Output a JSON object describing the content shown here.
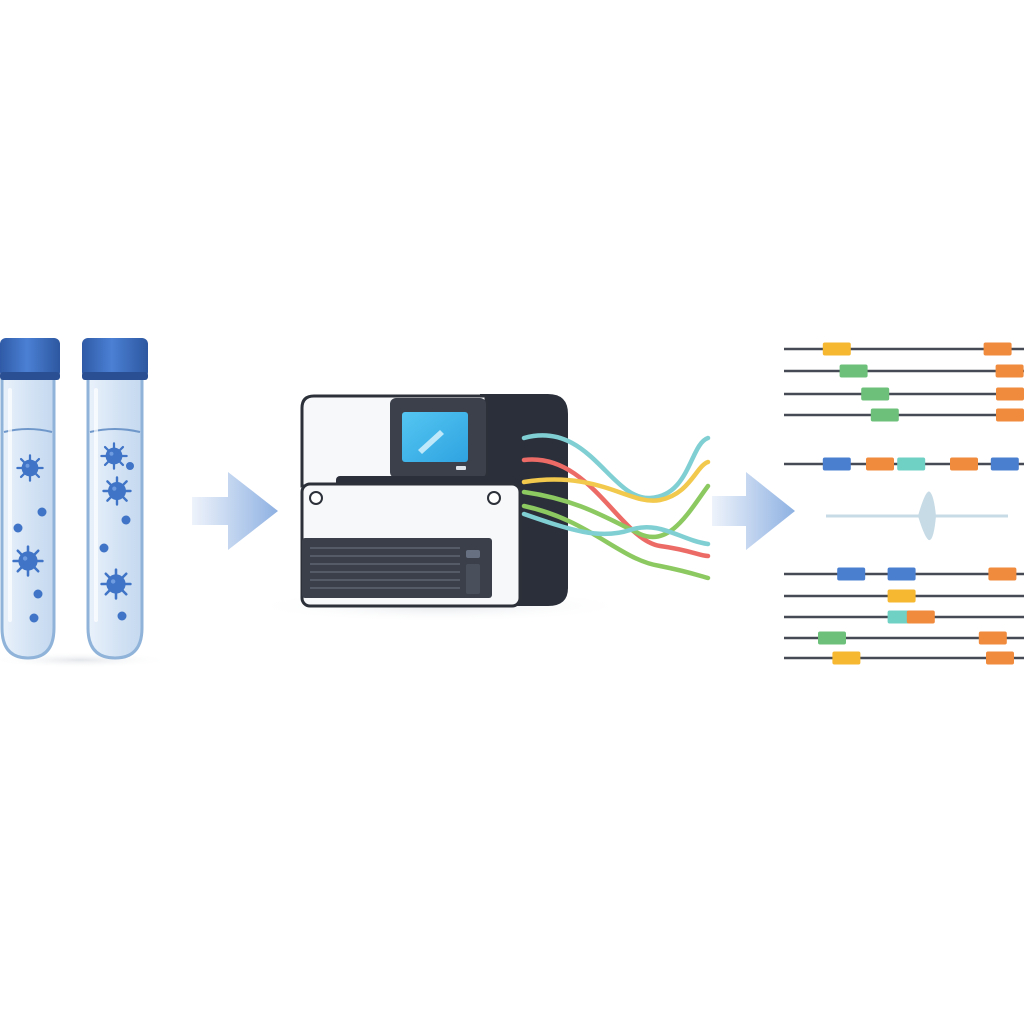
{
  "diagram": {
    "colors": {
      "background": "#ffffff",
      "tube_cap": "#3f72c9",
      "tube_cap_dark": "#2f5aa6",
      "tube_glass": "#dbe8f6",
      "tube_outline": "#8fb3d9",
      "virus": "#3f74c6",
      "arrow_light": "#e6eef9",
      "arrow_dark": "#94b4e3",
      "machine_dark": "#2a2f3a",
      "machine_body": "#f7f8fa",
      "machine_outline": "#2c3038",
      "screen": "#3cb4ea",
      "shadow": "#e9ecef",
      "track_line": "#454a55",
      "center_line": "#c7dbe6"
    },
    "icons": [
      "test-tube-icon",
      "virus-icon",
      "flow-arrow-icon",
      "sequencer-machine-icon",
      "read-strand-icon",
      "sequence-alignment-icon"
    ],
    "strand_colors": [
      "#7fcfd3",
      "#ec6b67",
      "#f2c94c",
      "#8cc960"
    ],
    "segment_palette": {
      "blue": "#4a7fd0",
      "orange": "#f08a3c",
      "yellow": "#f6b731",
      "green": "#6cc07a",
      "teal": "#6fd0c4"
    },
    "alignment_tracks": {
      "upper_block": [
        [
          [
            "yellow",
            0.22
          ],
          [
            "orange",
            0.89
          ]
        ],
        [
          [
            "green",
            0.29
          ],
          [
            "orange",
            0.94
          ]
        ],
        [
          [
            "green",
            0.38
          ],
          [
            "orange",
            1.0
          ]
        ],
        [
          [
            "green",
            0.42
          ],
          [
            "orange",
            1.0
          ]
        ]
      ],
      "middle_row": [
        [
          "blue",
          0.22
        ],
        [
          "orange",
          0.4
        ],
        [
          "teal",
          0.53
        ],
        [
          "orange",
          0.75
        ],
        [
          "blue",
          0.92
        ]
      ],
      "lower_block": [
        [
          [
            "blue",
            0.28
          ],
          [
            "blue",
            0.49
          ],
          [
            "orange",
            0.91
          ]
        ],
        [
          [
            "yellow",
            0.49
          ]
        ],
        [
          [
            "teal",
            0.49
          ],
          [
            "orange",
            0.57
          ]
        ],
        [
          [
            "green",
            0.2
          ],
          [
            "orange",
            0.87
          ]
        ],
        [
          [
            "yellow",
            0.26
          ],
          [
            "orange",
            0.9
          ]
        ]
      ]
    }
  }
}
